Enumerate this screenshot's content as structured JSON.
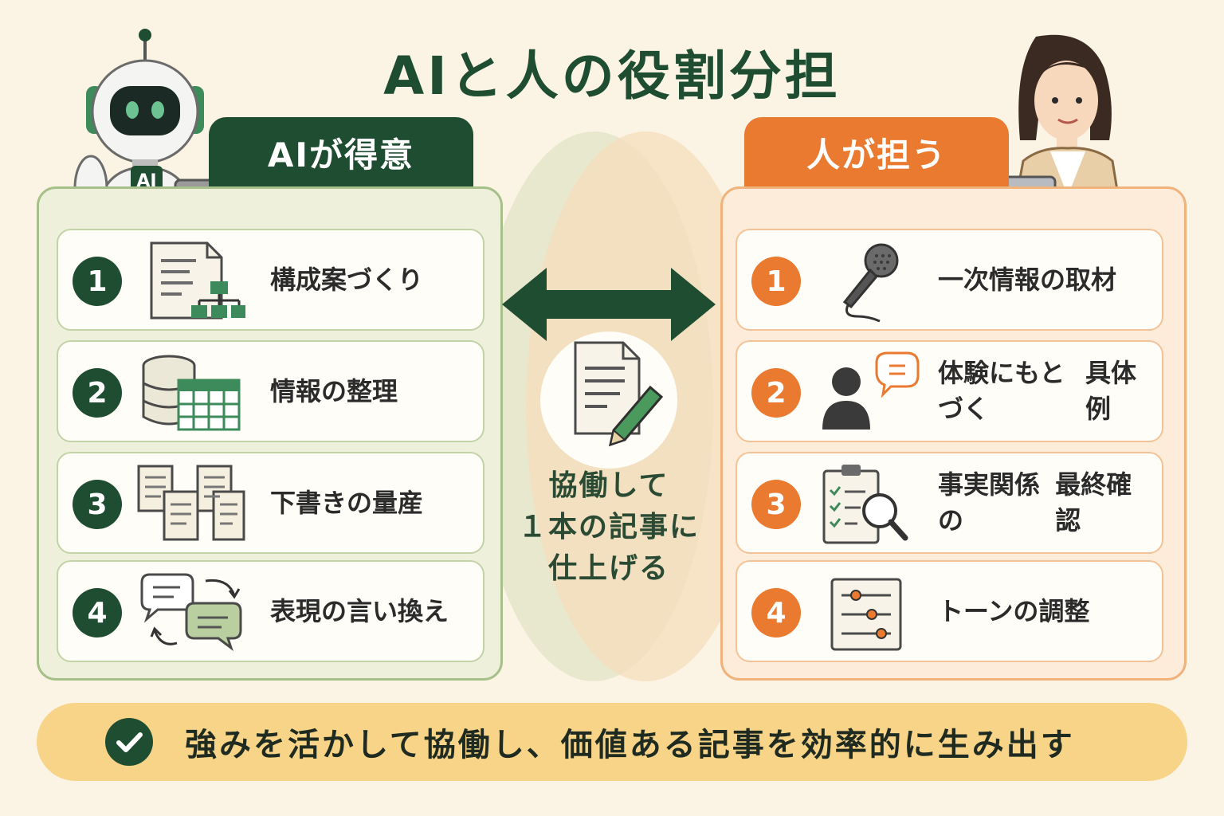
{
  "title": "AIと人の役割分担",
  "ai_side": {
    "tab": "AIが得意",
    "robot_chest_label": "AI",
    "items": [
      {
        "number": "1",
        "lines": [
          "構成案づくり"
        ],
        "icon": "document-flowchart-icon"
      },
      {
        "number": "2",
        "lines": [
          "情報の整理"
        ],
        "icon": "database-table-icon"
      },
      {
        "number": "3",
        "lines": [
          "下書きの量産"
        ],
        "icon": "multiple-documents-icon"
      },
      {
        "number": "4",
        "lines": [
          "表現の言い換え"
        ],
        "icon": "rephrase-speech-bubbles-icon"
      }
    ]
  },
  "human_side": {
    "tab": "人が担う",
    "items": [
      {
        "number": "1",
        "lines": [
          "一次情報の取材"
        ],
        "icon": "microphone-icon"
      },
      {
        "number": "2",
        "lines": [
          "体験にもとづく",
          "具体例"
        ],
        "icon": "person-speech-icon"
      },
      {
        "number": "3",
        "lines": [
          "事実関係の",
          "最終確認"
        ],
        "icon": "checklist-magnifier-icon"
      },
      {
        "number": "4",
        "lines": [
          "トーンの調整"
        ],
        "icon": "sliders-icon"
      }
    ]
  },
  "center": {
    "lines": [
      "協働して",
      "１本の記事に",
      "仕上げる"
    ]
  },
  "bottom_message": "強みを活かして協働し、価値ある記事を効率的に生み出す",
  "colors": {
    "background": "#fbf3e4",
    "ai_green": "#1e4d31",
    "human_orange": "#ea7a30",
    "banner": "#f7d488"
  }
}
